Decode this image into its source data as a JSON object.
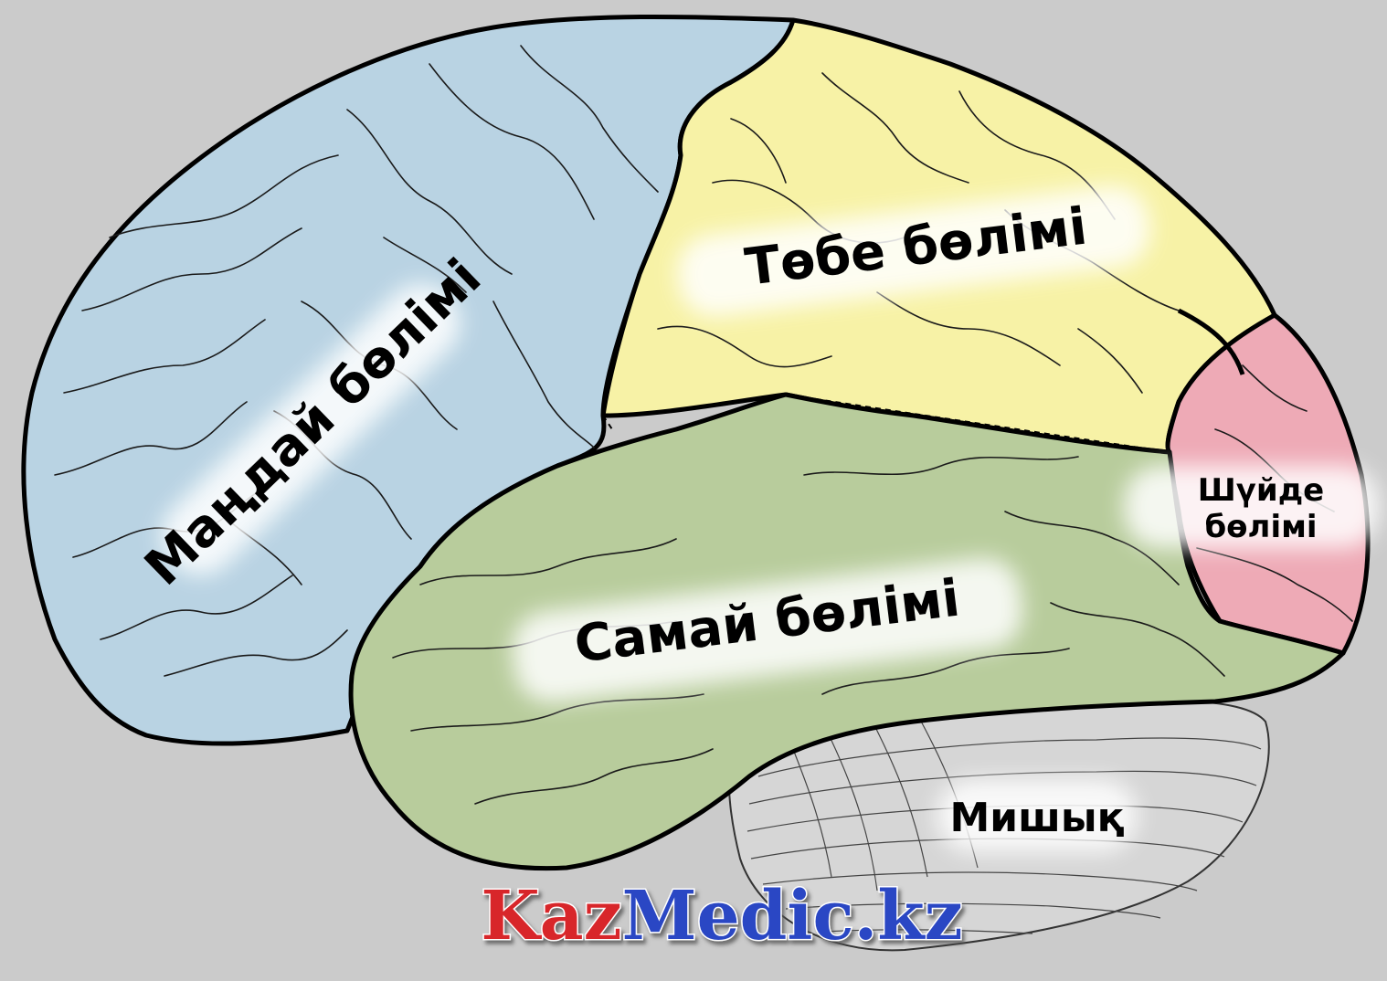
{
  "labels": {
    "frontal": "Маңдай бөлімі",
    "parietal": "Төбе бөлімі",
    "temporal": "Самай бөлімі",
    "occipital_line1": "Шүйде",
    "occipital_line2": "бөлімі",
    "cerebellum": "Мишық"
  },
  "logo": {
    "part1": "Kaz",
    "part2": "Medic",
    "part3": ".kz"
  },
  "colors": {
    "background": "#cbcbcb",
    "frontal": "#b9d3e3",
    "parietal": "#f7f2a6",
    "temporal": "#b8cc9c",
    "occipital": "#eeaab6",
    "cerebellum": "#d6d6d6",
    "logo_red": "#d8262a",
    "logo_blue": "#2a46c4"
  }
}
